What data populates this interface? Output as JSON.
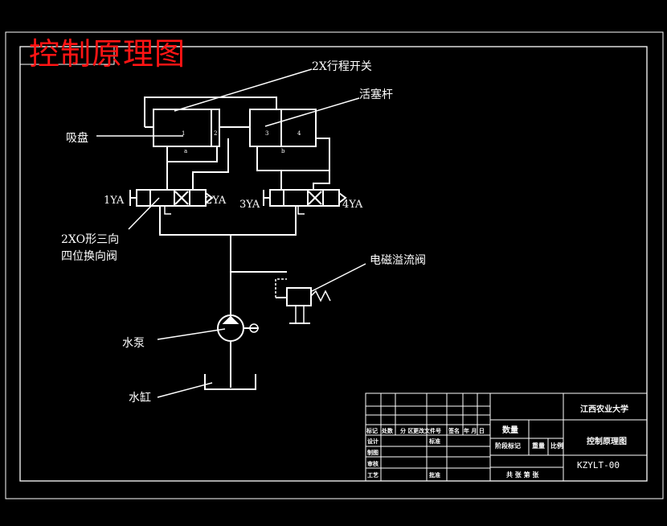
{
  "drawing_title": "控制原理图",
  "labels": {
    "limit_switch": "2X行程开关",
    "piston_rod": "活塞杆",
    "suction_cup": "吸盘",
    "sol_1": "1YA",
    "sol_2": "2YA",
    "sol_3": "3YA",
    "sol_4": "4YA",
    "valve_line1": "2XO形三向",
    "valve_line2": "四位换向阀",
    "relief_valve": "电磁溢流阀",
    "pump": "水泵",
    "tank": "水缸",
    "cyl_mark_1": "1",
    "cyl_mark_2": "2",
    "cyl_mark_3": "3",
    "cyl_mark_4": "4",
    "cyl_mark_a": "a",
    "cyl_mark_b": "b"
  },
  "title_block": {
    "university": "江西农业大学",
    "drawing_name": "控制原理图",
    "drawing_no": "KZYLT-00",
    "row_header": [
      "标记",
      "处数",
      "分 区",
      "更改文件号",
      "签名",
      "年 月 日"
    ],
    "design": "设计",
    "standard": "标准",
    "drawing": "制图",
    "review": "审核",
    "process": "工艺",
    "approve": "批准",
    "quantity": "数量",
    "stage_mark": "阶段标记",
    "weight": "重量",
    "scale": "比例",
    "sheets": "共  张  第  张"
  }
}
